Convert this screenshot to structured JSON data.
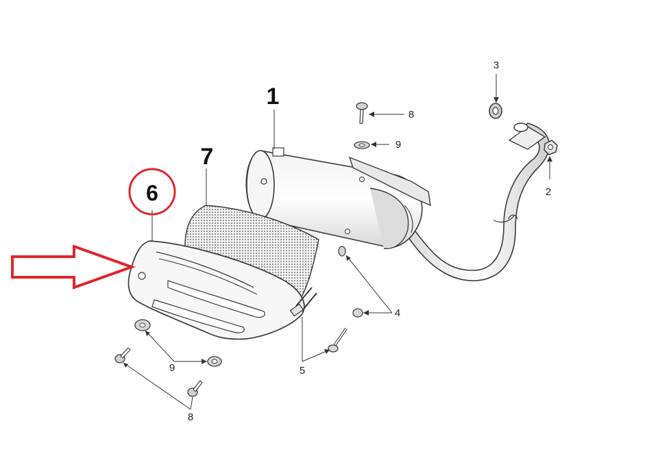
{
  "diagram": {
    "callouts": {
      "part_1": "1",
      "part_2": "2",
      "part_3": "3",
      "part_4": "4",
      "part_5": "5",
      "part_6": "6",
      "part_7": "7",
      "part_8_top": "8",
      "part_8_bottom": "8",
      "part_9_top": "9",
      "part_9_bottom": "9"
    },
    "colors": {
      "line": "#3a3a3a",
      "shade": "#d9d9d9",
      "mesh": "#9a9a9a",
      "highlight_circle": "#e0262b",
      "arrow": "#e0262b"
    }
  }
}
